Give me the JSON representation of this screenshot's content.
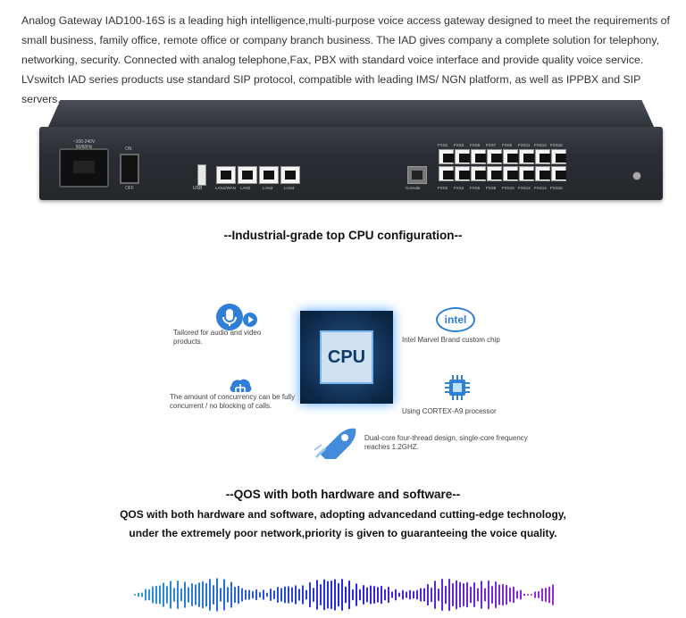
{
  "intro": {
    "text": "Analog Gateway IAD100-16S is a leading high intelligence,multi-purpose voice access gateway designed to meet the requirements of small business, family office, remote office or company branch business. The IAD gives company a complete solution for telephony, networking, security. Connected with analog telephone,Fax, PBX with standard voice interface and provide quality voice service. LVswitch IAD series products use standard SIP protocol, compatible with leading IMS/ NGN platform, as well as IPPBX and SIP servers."
  },
  "device": {
    "power_label": "~100-240V 50/60Hz",
    "switch_on": "ON",
    "switch_off": "OFF",
    "usb_label": "USB",
    "lan_labels": [
      "LAN1/WAN",
      "LAN2",
      "LAN3",
      "LAN4"
    ],
    "console_label": "Console",
    "fxs_top_labels": [
      "FXS1",
      "FXS3",
      "FXS5",
      "FXS7",
      "FXS9",
      "FXS11",
      "FXS13",
      "FXS15"
    ],
    "fxs_bottom_labels": [
      "FXS2",
      "FXS4",
      "FXS6",
      "FXS8",
      "FXS10",
      "FXS12",
      "FXS14",
      "FXS16"
    ]
  },
  "cpu_section": {
    "title": "--Industrial-grade top CPU configuration--",
    "cpu_label": "CPU",
    "intel_logo": "intel",
    "features": {
      "audio": "Tailored for audio and video products.",
      "intel": "Intel Marvel Brand custom chip",
      "concurrency": "The amount of concurrency can be fully concurrent / no blocking of calls.",
      "cortex": "Using CORTEX-A9 processor",
      "dualcore": "Dual-core four-thread design, single-core frequency reaches 1.2GHZ."
    }
  },
  "qos_section": {
    "title": "--QOS with both hardware and software--",
    "line1": "QOS with both hardware and software, adopting advancedand cutting-edge technology,",
    "line2": "under the extremely poor network,priority is given to guaranteeing the voice quality."
  },
  "colors": {
    "accent_blue": "#2f7fd8",
    "cpu_glow": "#4fa3ff",
    "device_body": "#2a2d33"
  }
}
